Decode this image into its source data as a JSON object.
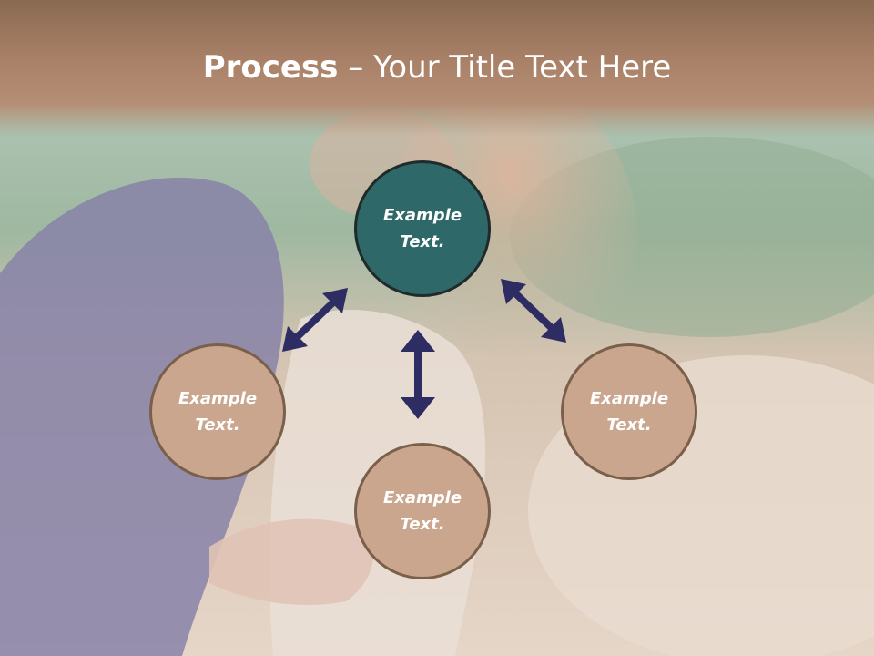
{
  "slide": {
    "title_strong": "Process",
    "title_rest": " – Your Title Text Here"
  },
  "diagram": {
    "center": "Example\nText.",
    "left": "Example\nText.",
    "bottom": "Example\nText.",
    "right": "Example\nText."
  },
  "colors": {
    "center_fill": "#2f6868",
    "node_fill": "#c9a68d",
    "arrow": "#2d2d63",
    "title_band": "#a98168"
  }
}
